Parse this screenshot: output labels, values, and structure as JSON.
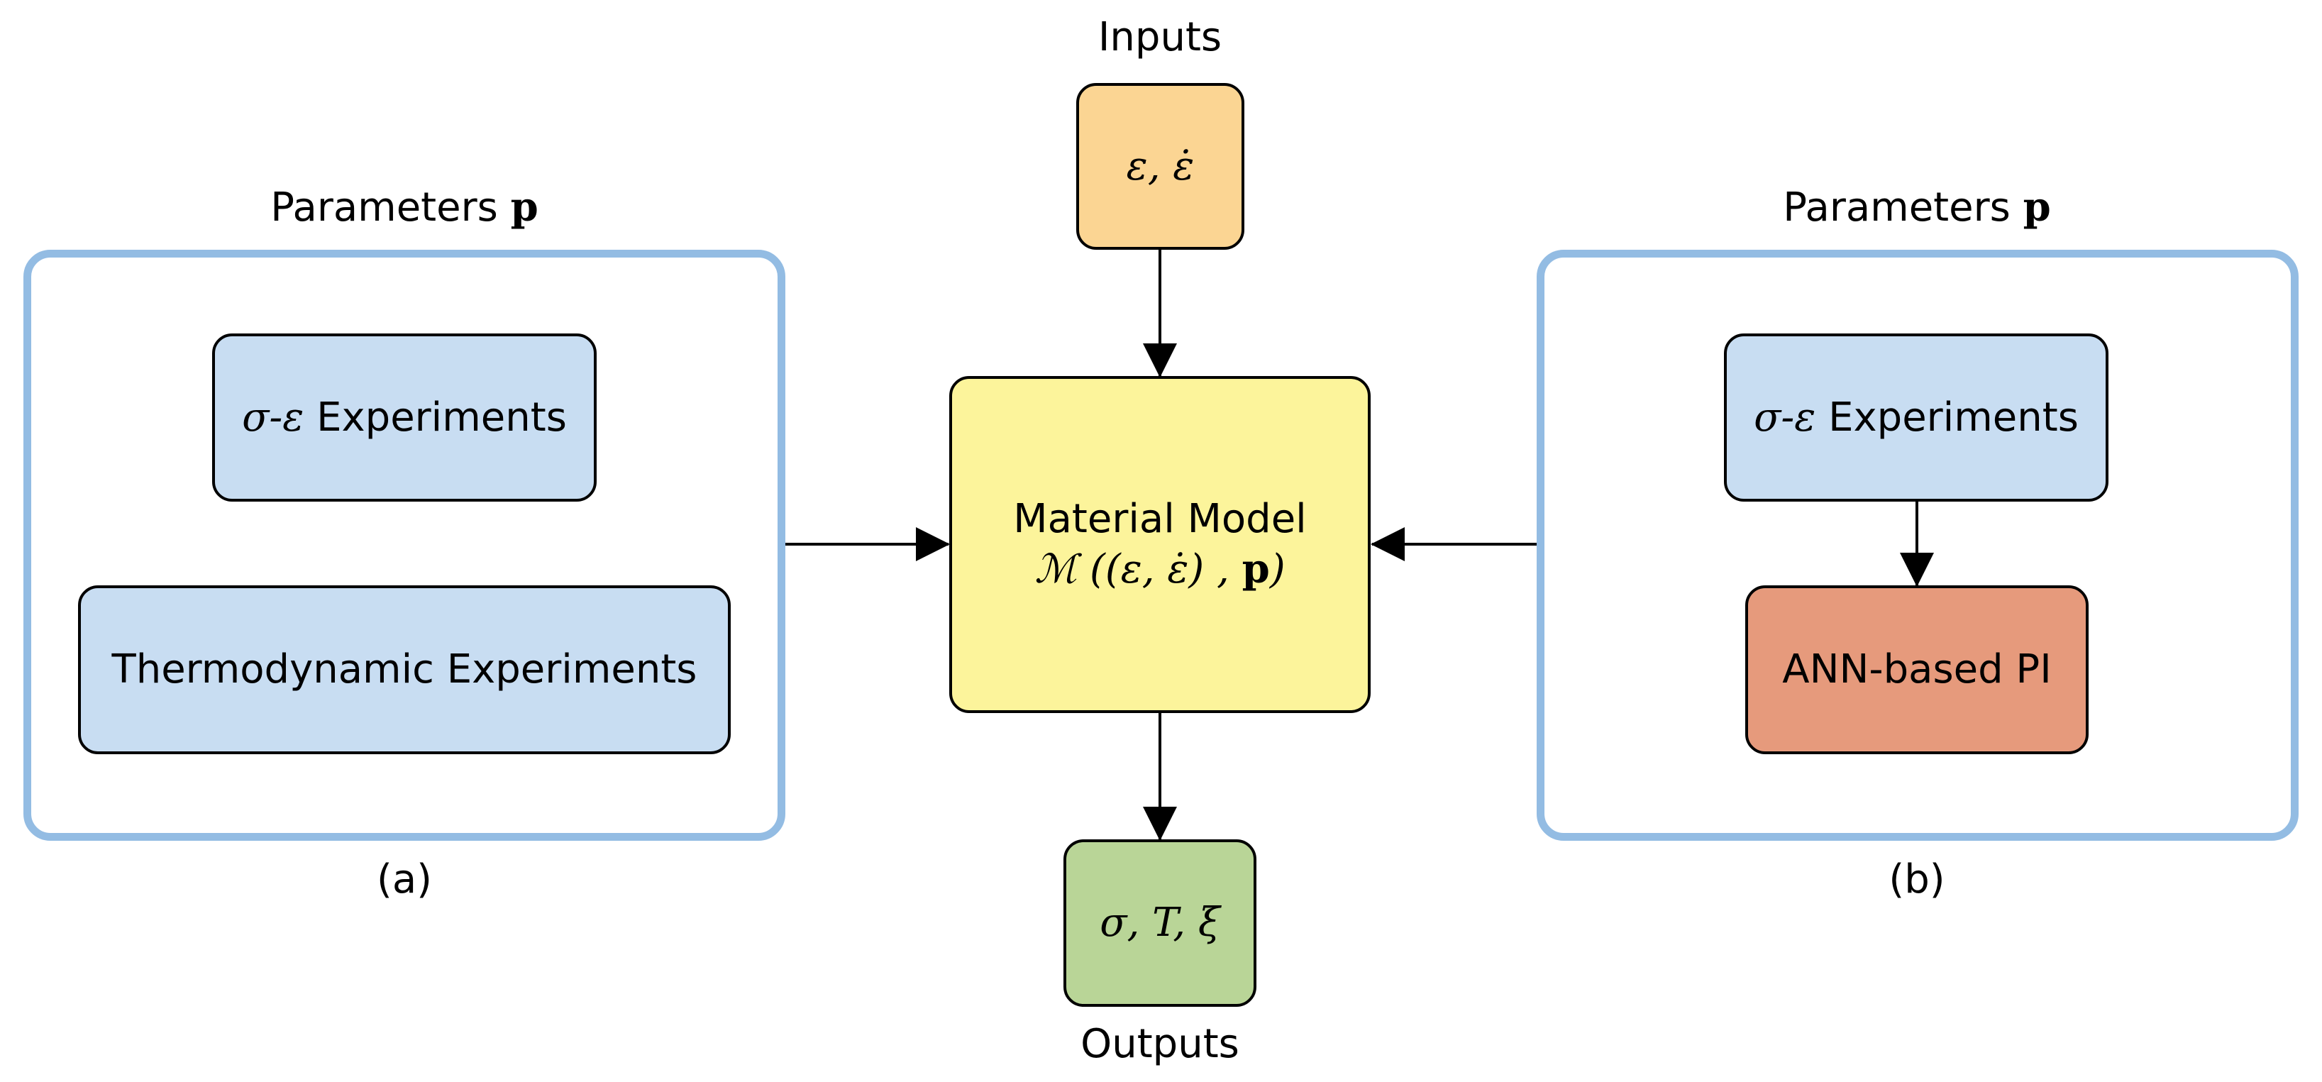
{
  "inputs": {
    "heading": "Inputs",
    "symbols": "ε, ε̇"
  },
  "outputs": {
    "heading": "Outputs",
    "symbols": "σ, T, ξ"
  },
  "material_model": {
    "title": "Material Model",
    "formula_script_m": "ℳ",
    "formula_args": " ((ε, ε̇) , ",
    "formula_param": "p",
    "formula_close": ")"
  },
  "panel_a": {
    "heading_text": "Parameters ",
    "heading_symbol": "p",
    "caption": "(a)",
    "experiment_symbol": "σ-ε",
    "experiment_label": " Experiments",
    "thermo_label": "Thermodynamic Experiments"
  },
  "panel_b": {
    "heading_text": "Parameters ",
    "heading_symbol": "p",
    "caption": "(b)",
    "experiment_symbol": "σ-ε",
    "experiment_label": " Experiments",
    "ann_label": "ANN-based PI"
  },
  "colors": {
    "inputs_fill": "#fbd593",
    "outputs_fill": "#b9d597",
    "model_fill": "#fcf49b",
    "experiment_fill": "#c8ddf2",
    "ann_fill": "#e69a7c",
    "frame_stroke": "#93bce3",
    "arrow": "#000000"
  }
}
